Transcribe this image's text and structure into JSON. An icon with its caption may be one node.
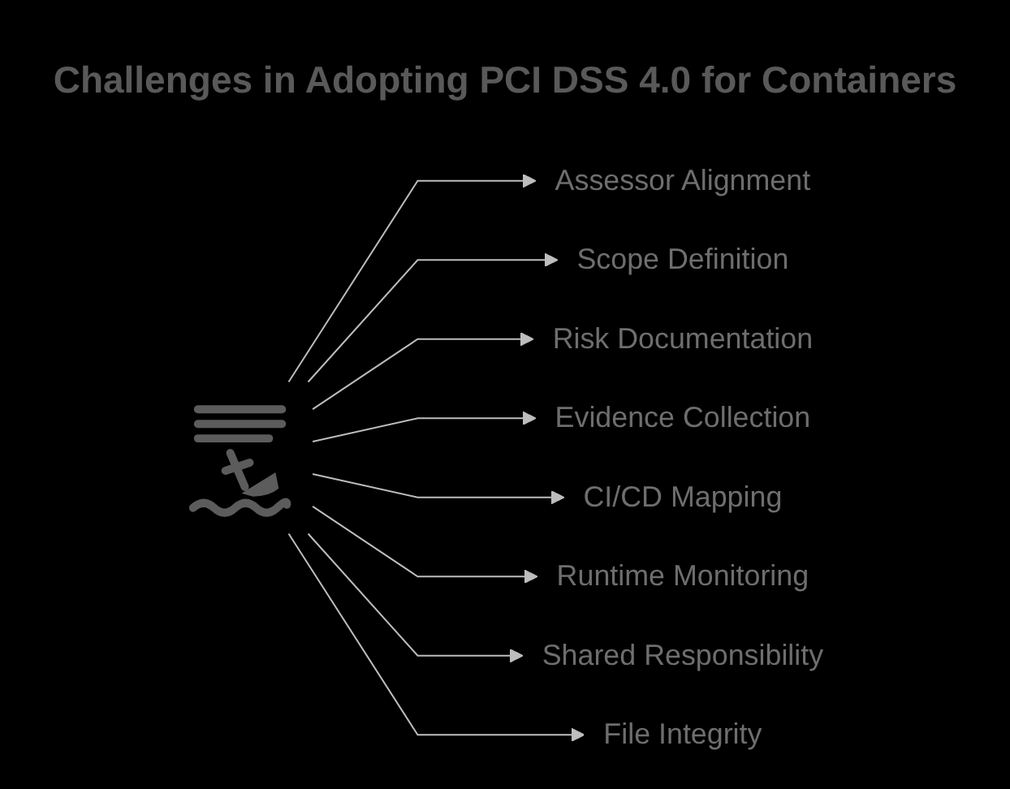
{
  "diagram": {
    "title": "Challenges in Adopting PCI DSS 4.0 for Containers",
    "nodes": [
      {
        "text": [],
        "shape": "picture"
      },
      {
        "text": [
          "Assessor Alignment"
        ]
      },
      {
        "text": [
          "Scope Definition"
        ]
      },
      {
        "text": [
          "Risk Documentation"
        ]
      },
      {
        "text": [
          "Evidence Collection"
        ]
      },
      {
        "text": [
          "CI/CD Mapping"
        ]
      },
      {
        "text": [
          "Runtime Monitoring"
        ]
      },
      {
        "text": [
          "Shared Responsibility"
        ]
      },
      {
        "text": [
          "File Integrity"
        ]
      }
    ],
    "edges": [
      {
        "from": 0,
        "to": 1,
        "arrow": "to"
      },
      {
        "from": 0,
        "to": 2,
        "arrow": "to"
      },
      {
        "from": 0,
        "to": 3,
        "arrow": "to"
      },
      {
        "from": 0,
        "to": 4,
        "arrow": "to"
      },
      {
        "from": 0,
        "to": 5,
        "arrow": "to"
      },
      {
        "from": 0,
        "to": 6,
        "arrow": "to"
      },
      {
        "from": 0,
        "to": 7,
        "arrow": "to"
      },
      {
        "from": 0,
        "to": 8,
        "arrow": "to"
      }
    ]
  }
}
